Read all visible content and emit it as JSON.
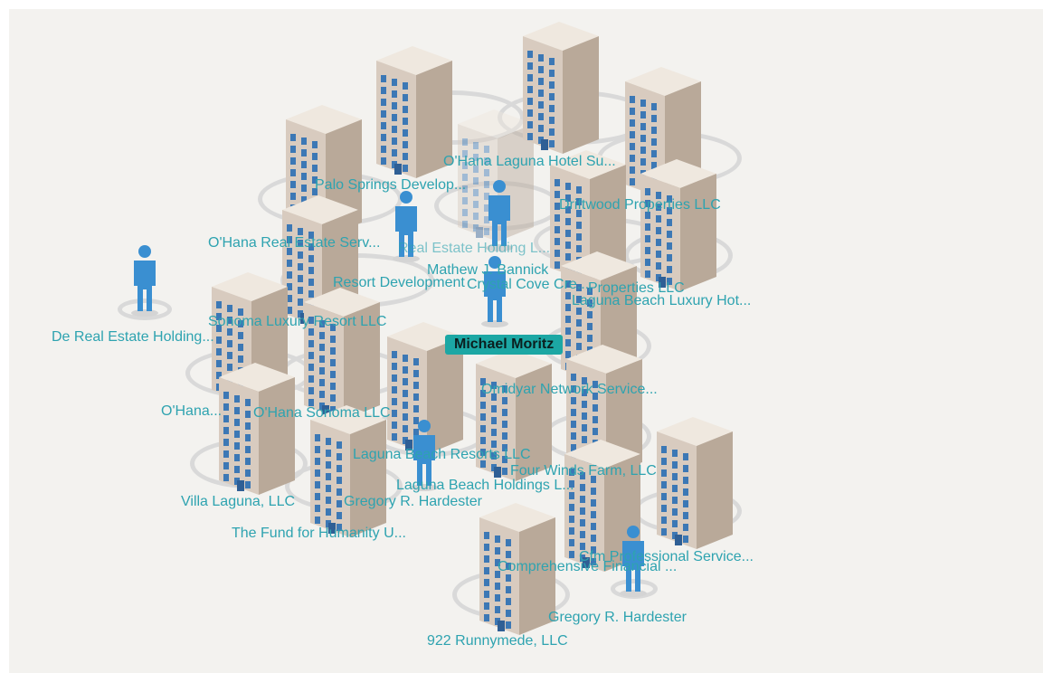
{
  "graph": {
    "center_label": "Michael Moritz",
    "labels": [
      {
        "id": "l1",
        "text": "O'Hana Laguna Hotel Su..."
      },
      {
        "id": "l2",
        "text": "Palo Springs Develop..."
      },
      {
        "id": "l3",
        "text": "Driftwood Properties LLC"
      },
      {
        "id": "l4",
        "text": "O'Hana Real Estate Serv..."
      },
      {
        "id": "l5",
        "text": "Real Estate Holding L..."
      },
      {
        "id": "l6",
        "text": "Mathew J. Bannick"
      },
      {
        "id": "l7",
        "text": "Resort Development"
      },
      {
        "id": "l8",
        "text": "Crystal Cove Cre..."
      },
      {
        "id": "l9",
        "text": "Properties LLC"
      },
      {
        "id": "l10",
        "text": "Laguna Beach Luxury Hot..."
      },
      {
        "id": "l11",
        "text": "De Real Estate Holding..."
      },
      {
        "id": "l12",
        "text": "Sonoma Luxury Resort LLC"
      },
      {
        "id": "l13",
        "text": "Omidyar Network Service..."
      },
      {
        "id": "l14",
        "text": "O'Hana..."
      },
      {
        "id": "l15",
        "text": "O'Hana Sonoma LLC"
      },
      {
        "id": "l16",
        "text": "Laguna Beach Resorts LLC"
      },
      {
        "id": "l17",
        "text": "Four Winds Farm, LLC"
      },
      {
        "id": "l18",
        "text": "Laguna Beach Holdings L..."
      },
      {
        "id": "l19",
        "text": "Villa Laguna, LLC"
      },
      {
        "id": "l20",
        "text": "Gregory R. Hardester"
      },
      {
        "id": "l21",
        "text": "The Fund for Humanity U..."
      },
      {
        "id": "l22",
        "text": "Cfm Professional Service..."
      },
      {
        "id": "l23",
        "text": "Comprehensive Financial ..."
      },
      {
        "id": "l24",
        "text": "Gregory R. Hardester"
      },
      {
        "id": "l25",
        "text": "922 Runnymede, LLC"
      }
    ]
  },
  "colors": {
    "canvas_bg": "#f3f2ef",
    "label_text": "#2ea3b0",
    "center_badge": "#1ca7a4",
    "building_front": "#d8cbbf",
    "building_side": "#b9a999",
    "window": "#3c78b5",
    "person": "#3a8fd1",
    "ring": "#d9d9d9"
  },
  "icons": {
    "company": "office-building-icon",
    "individual": "person-icon"
  }
}
